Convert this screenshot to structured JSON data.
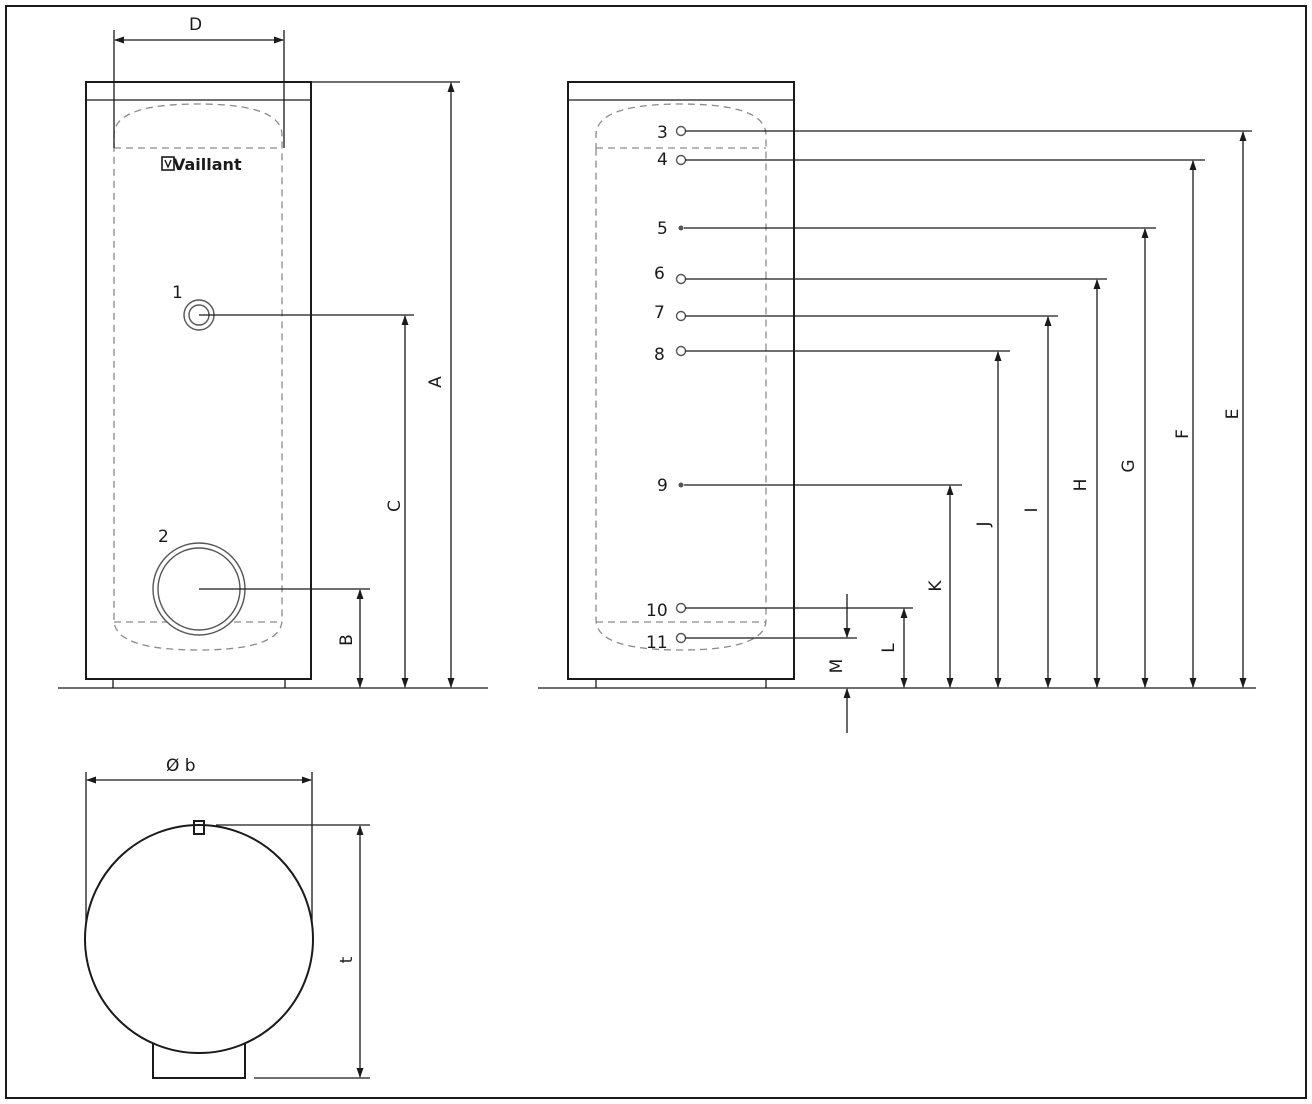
{
  "brand": "Vaillant",
  "dimension_labels": {
    "A": "A",
    "B": "B",
    "C": "C",
    "D": "D",
    "E": "E",
    "F": "F",
    "G": "G",
    "H": "H",
    "I": "I",
    "J": "J",
    "K": "K",
    "L": "L",
    "M": "M",
    "diameter": "Ø b",
    "depth": "t"
  },
  "connections": [
    "1",
    "2",
    "3",
    "4",
    "5",
    "6",
    "7",
    "8",
    "9",
    "10",
    "11"
  ]
}
